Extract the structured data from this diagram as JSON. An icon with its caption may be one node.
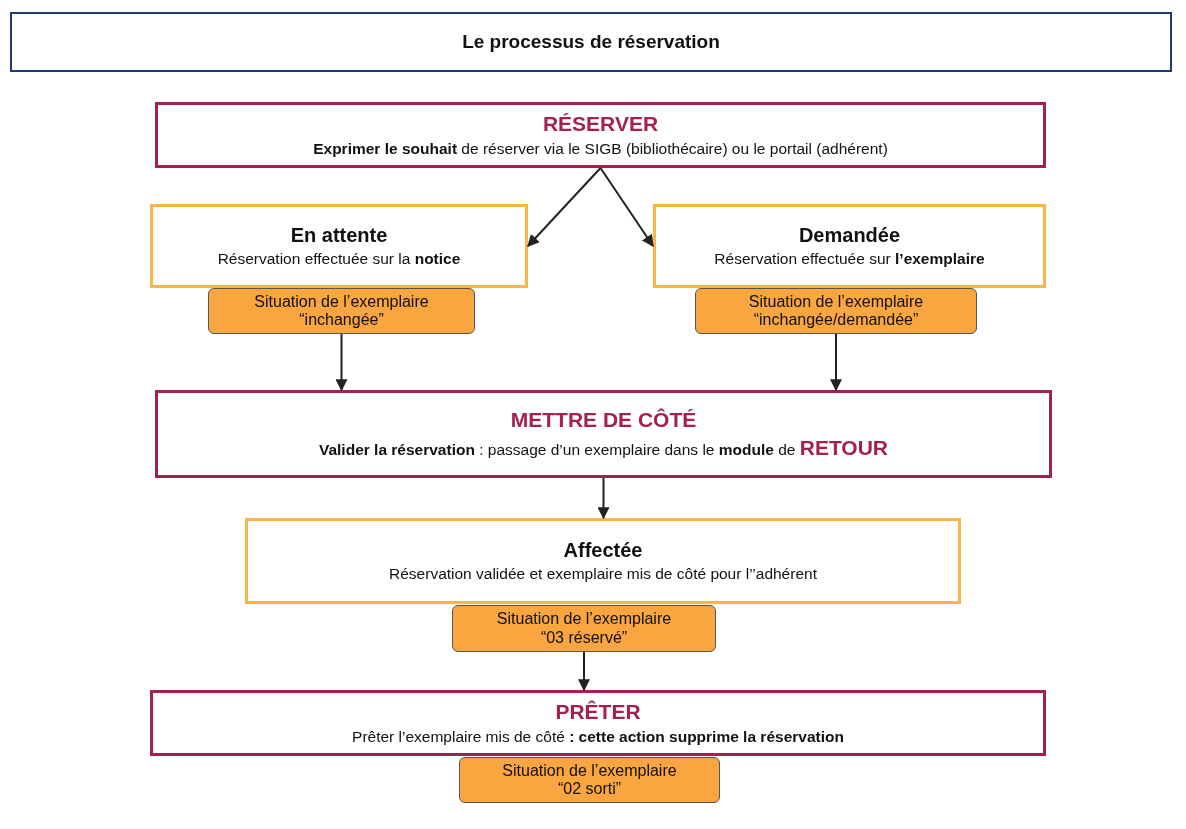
{
  "diagram": {
    "title": "Le processus de réservation",
    "nodes": [
      {
        "text": [
          "RÉSERVER",
          "**Exprimer le souhait** de réserver via le SIGB (bibliothécaire) ou le portail (adhérent)"
        ]
      },
      {
        "text": [
          "En attente",
          "Réservation effectuée sur la **notice**"
        ]
      },
      {
        "text": [
          "Situation de l’exemplaire “inchangée”"
        ]
      },
      {
        "text": [
          "Demandée",
          "Réservation effectuée sur **l’exemplaire**"
        ]
      },
      {
        "text": [
          "Situation de l’exemplaire “inchangée/demandée”"
        ]
      },
      {
        "text": [
          "METTRE DE CÔTÉ",
          "**Valider la réservation** : passage d’un exemplaire dans le **module** de **RETOUR**"
        ]
      },
      {
        "text": [
          "Affectée",
          "Réservation validée et exemplaire mis de côté pour l’’adhérent"
        ]
      },
      {
        "text": [
          "Situation de l’exemplaire “03 réservé”"
        ]
      },
      {
        "text": [
          "PRÊTER",
          "Prêter l’exemplaire mis de côté **: cette action supprime la réservation**"
        ]
      },
      {
        "text": [
          "Situation de l’exemplaire “02 sorti”"
        ]
      }
    ],
    "edges": [
      {
        "from": 0,
        "to": 1,
        "arrow": "to"
      },
      {
        "from": 0,
        "to": 3,
        "arrow": "to"
      },
      {
        "from": 2,
        "to": 5,
        "arrow": "to"
      },
      {
        "from": 4,
        "to": 5,
        "arrow": "to"
      },
      {
        "from": 5,
        "to": 6,
        "arrow": "to"
      },
      {
        "from": 7,
        "to": 8,
        "arrow": "to"
      }
    ]
  }
}
